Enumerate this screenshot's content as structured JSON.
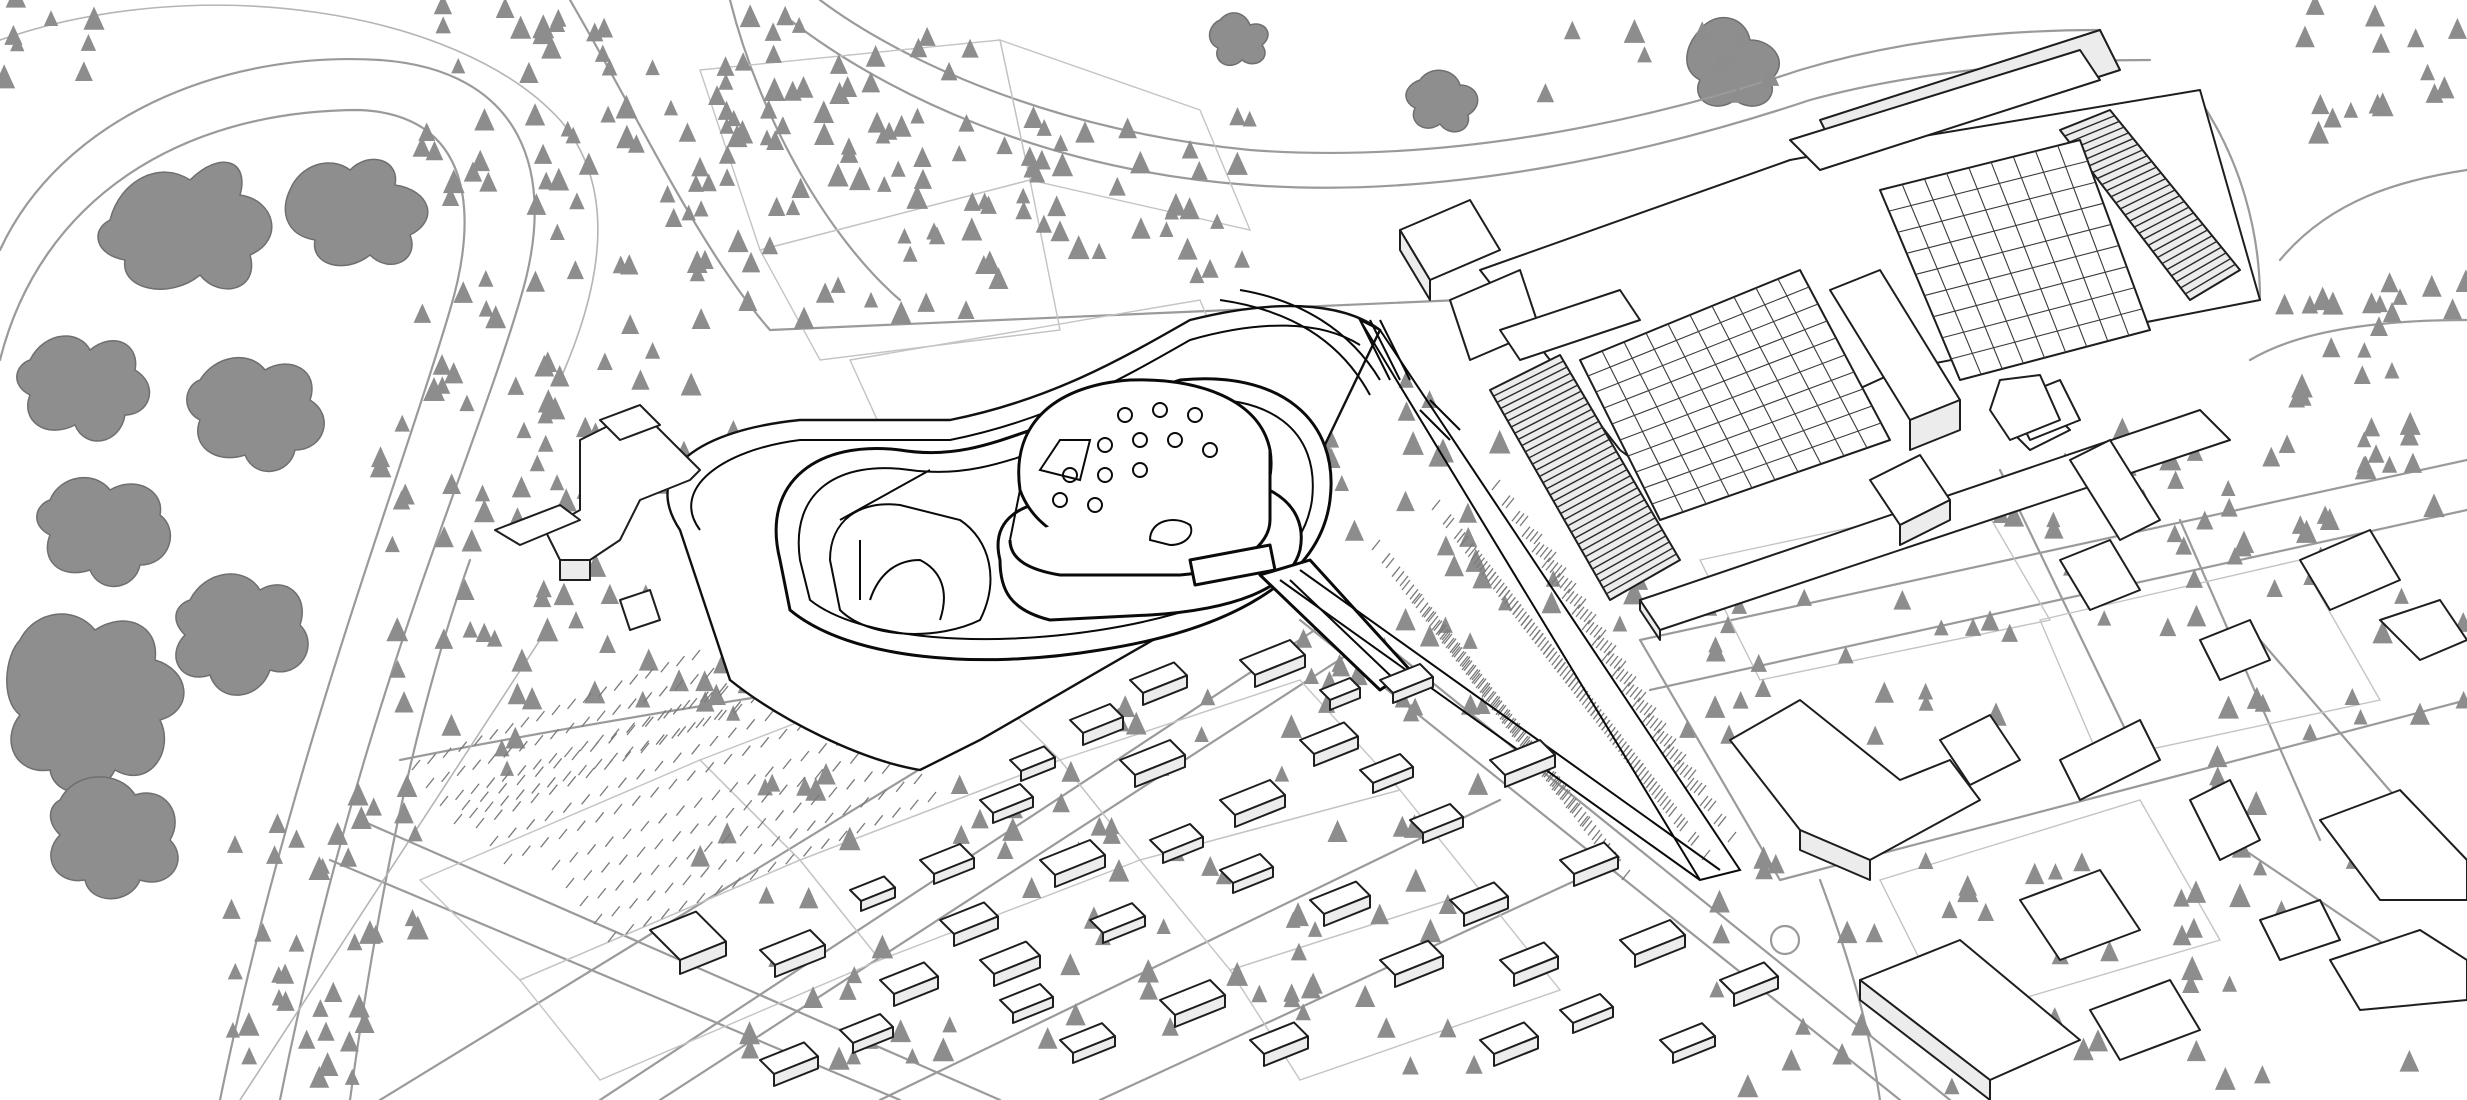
{
  "drawing": {
    "palette": {
      "background": "#ffffff",
      "linework": "#1e1e1e",
      "roads": "#9a9a9a",
      "vegetation": "#8d8d8d"
    },
    "features": [
      "racetrack-oval",
      "landscape-blobs",
      "tree-symbols",
      "road-network",
      "parking-lots",
      "museum-building",
      "pedestrian-bridge",
      "industrial-complex",
      "residential-blocks"
    ]
  }
}
